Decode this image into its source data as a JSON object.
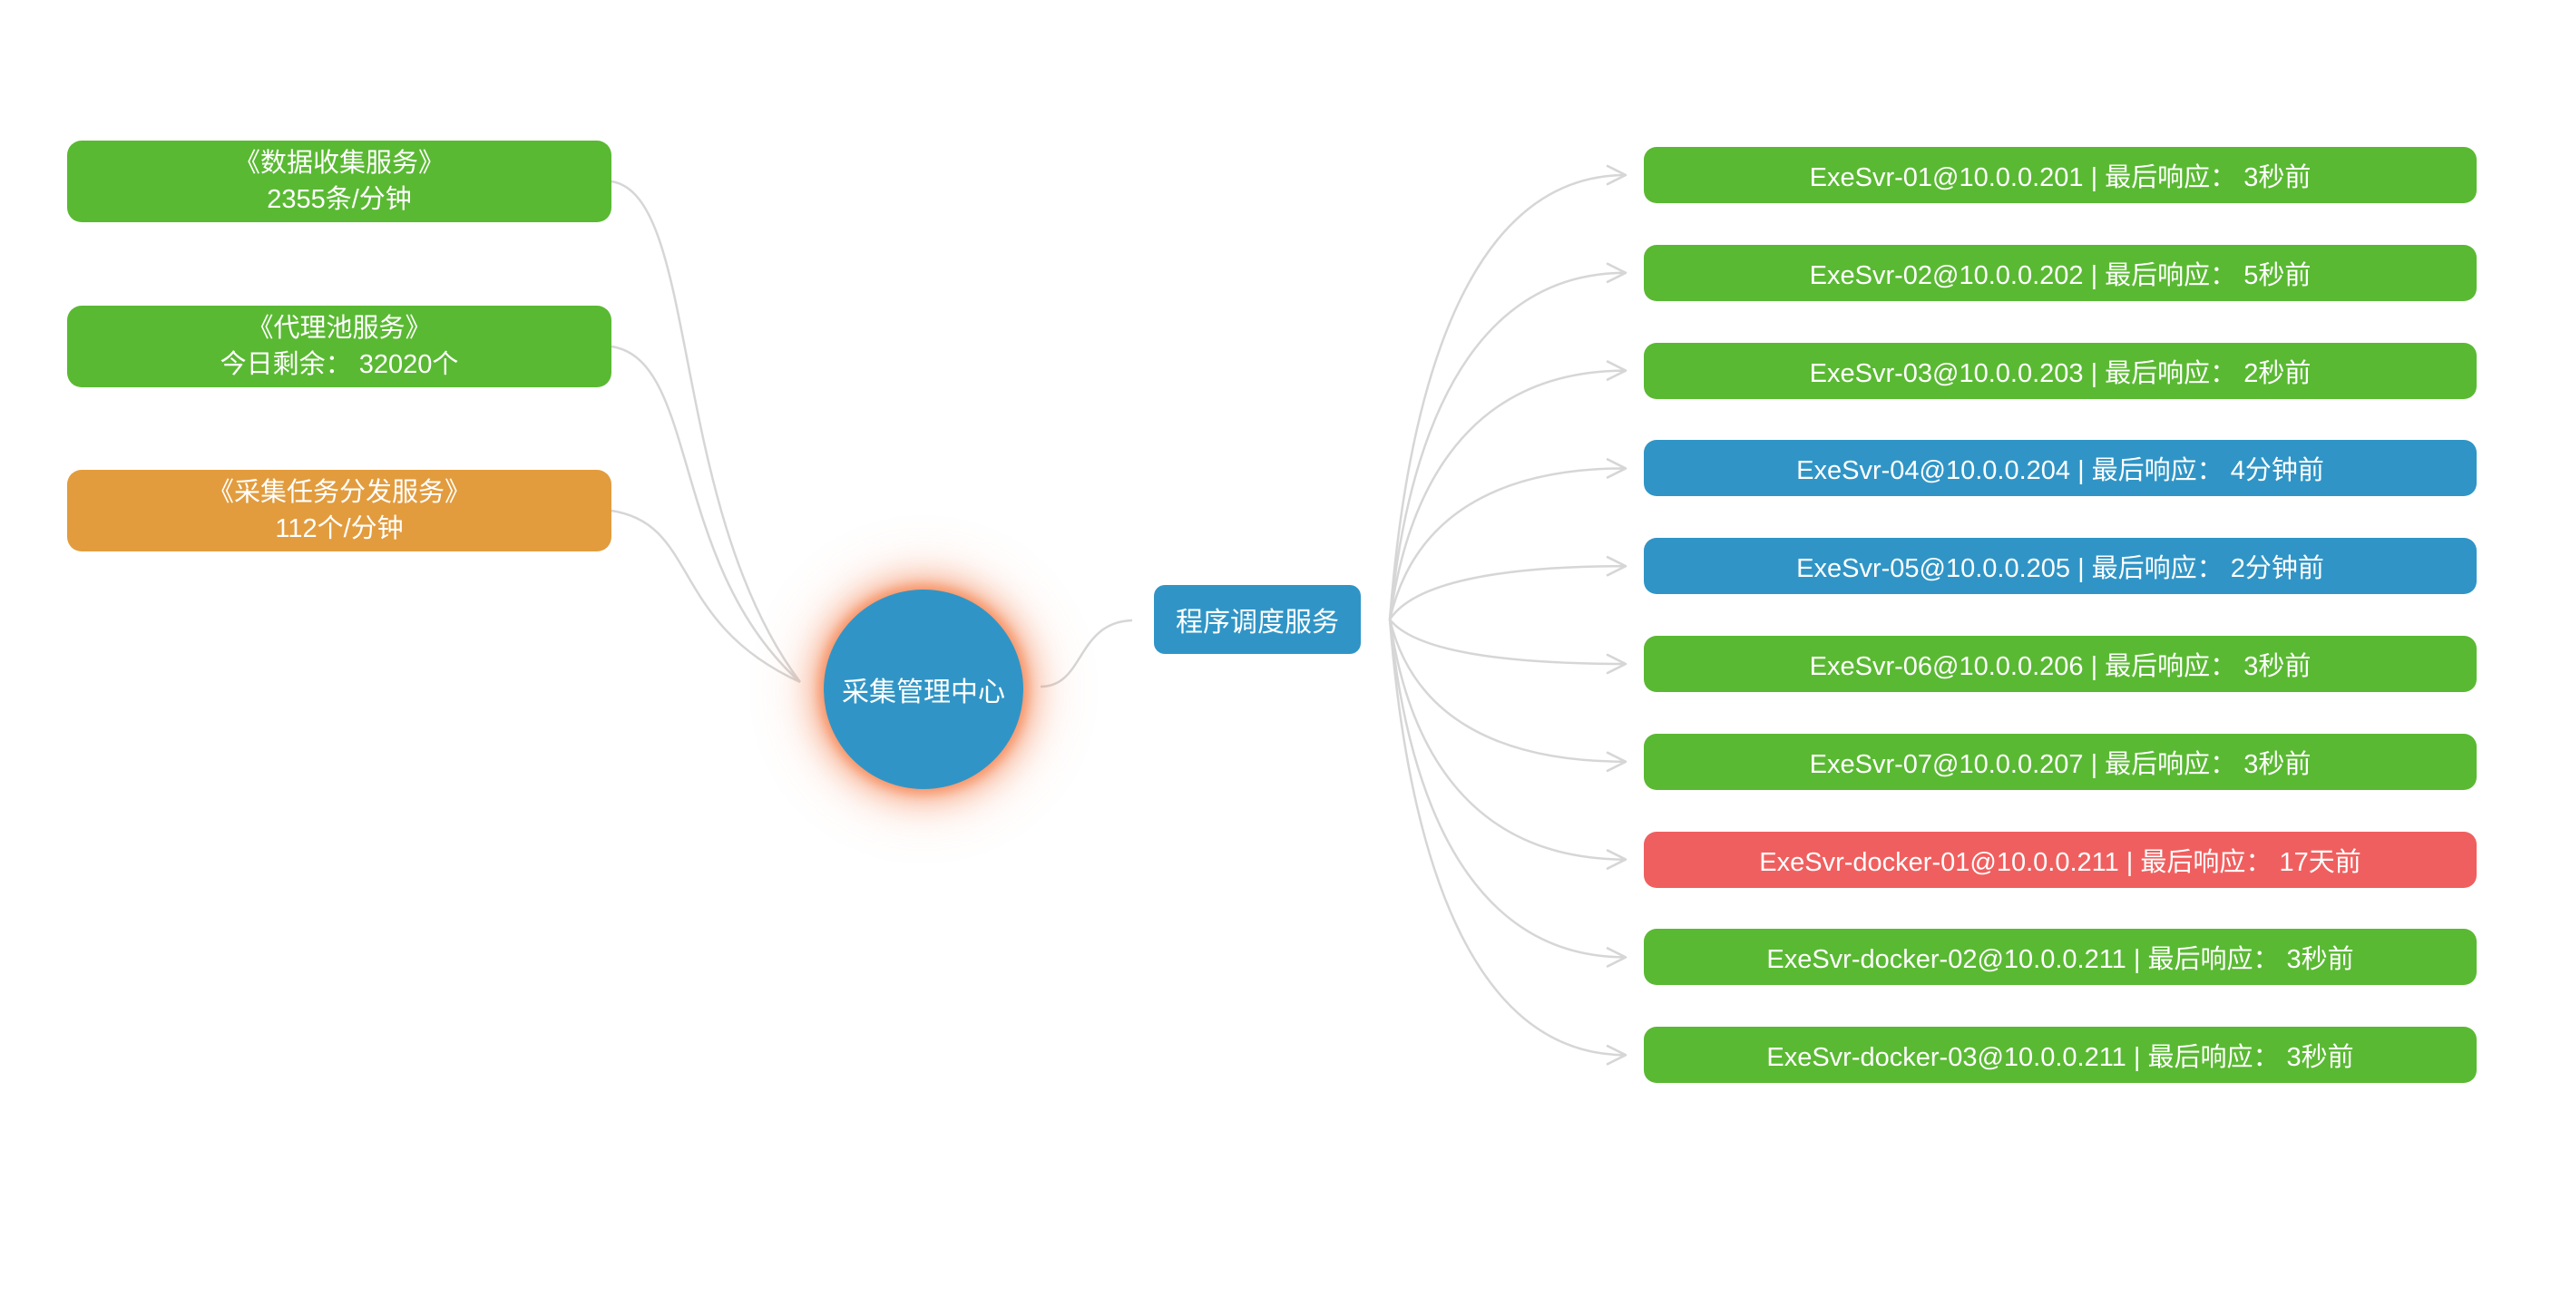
{
  "diagram": {
    "background": "#ffffff",
    "palette": {
      "green": "#5ab933",
      "blue": "#3095c6",
      "orange": "#e29c3e",
      "red": "#f05f5f",
      "connector_gray": "#d6d6d6",
      "glow_orange": "#f57f4a",
      "node_text": "#ffffff"
    },
    "center": {
      "label": "采集管理中心",
      "status": "blue"
    },
    "scheduler": {
      "label": "程序调度服务",
      "status": "blue"
    },
    "sources": [
      {
        "title": "《数据收集服务》",
        "metric": "2355条/分钟",
        "status": "green"
      },
      {
        "title": "《代理池服务》",
        "metric": "今日剩余： 32020个",
        "status": "green"
      },
      {
        "title": "《采集任务分发服务》",
        "metric": "112个/分钟",
        "status": "orange"
      }
    ],
    "executors": [
      {
        "label": "ExeSvr-01@10.0.0.201 | 最后响应： 3秒前",
        "status": "green"
      },
      {
        "label": "ExeSvr-02@10.0.0.202 | 最后响应： 5秒前",
        "status": "green"
      },
      {
        "label": "ExeSvr-03@10.0.0.203 | 最后响应： 2秒前",
        "status": "green"
      },
      {
        "label": "ExeSvr-04@10.0.0.204 | 最后响应： 4分钟前",
        "status": "blue"
      },
      {
        "label": "ExeSvr-05@10.0.0.205 | 最后响应： 2分钟前",
        "status": "blue"
      },
      {
        "label": "ExeSvr-06@10.0.0.206 | 最后响应： 3秒前",
        "status": "green"
      },
      {
        "label": "ExeSvr-07@10.0.0.207 | 最后响应： 3秒前",
        "status": "green"
      },
      {
        "label": "ExeSvr-docker-01@10.0.0.211 | 最后响应： 17天前",
        "status": "red"
      },
      {
        "label": "ExeSvr-docker-02@10.0.0.211 | 最后响应： 3秒前",
        "status": "green"
      },
      {
        "label": "ExeSvr-docker-03@10.0.0.211 | 最后响应： 3秒前",
        "status": "green"
      }
    ]
  }
}
